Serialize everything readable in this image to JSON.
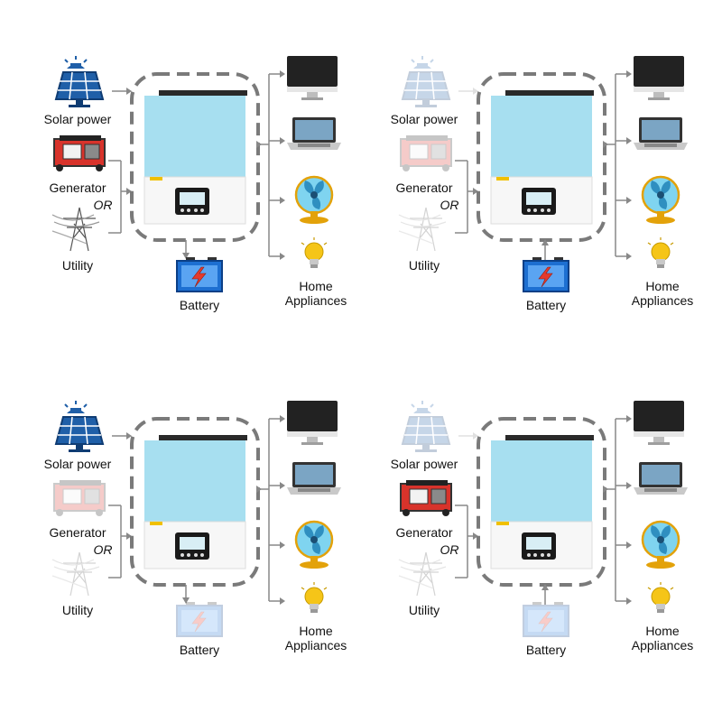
{
  "labels": {
    "solar": "Solar power",
    "generator": "Generator",
    "or": "OR",
    "utility": "Utility",
    "battery": "Battery",
    "appliances_line1": "Home",
    "appliances_line2": "Appliances"
  },
  "panels": [
    {
      "solar": "active",
      "generator": "active",
      "utility": "active",
      "battery": "active",
      "battery_flow": "charge"
    },
    {
      "solar": "dim",
      "generator": "dim",
      "utility": "dim",
      "battery": "active",
      "battery_flow": "discharge"
    },
    {
      "solar": "active",
      "generator": "dim",
      "utility": "dim",
      "battery": "dim",
      "battery_flow": "charge"
    },
    {
      "solar": "dim",
      "generator": "active",
      "utility": "dim",
      "battery": "dim",
      "battery_flow": "discharge"
    }
  ],
  "colors": {
    "solar_blue": "#1f5fa8",
    "inverter_face": "#a7dff0",
    "generator_red": "#d8332b",
    "battery_blue": "#1d6fd1",
    "bolt_red": "#e53a2c",
    "dash_grey": "#7a7a7a",
    "line_grey": "#8c8c8c",
    "bulb_yellow": "#f5c518"
  },
  "icons": [
    "solar-panel-icon",
    "generator-icon",
    "utility-pylon-icon",
    "battery-icon",
    "monitor-icon",
    "laptop-icon",
    "fan-icon",
    "light-bulb-icon",
    "inverter-icon"
  ]
}
